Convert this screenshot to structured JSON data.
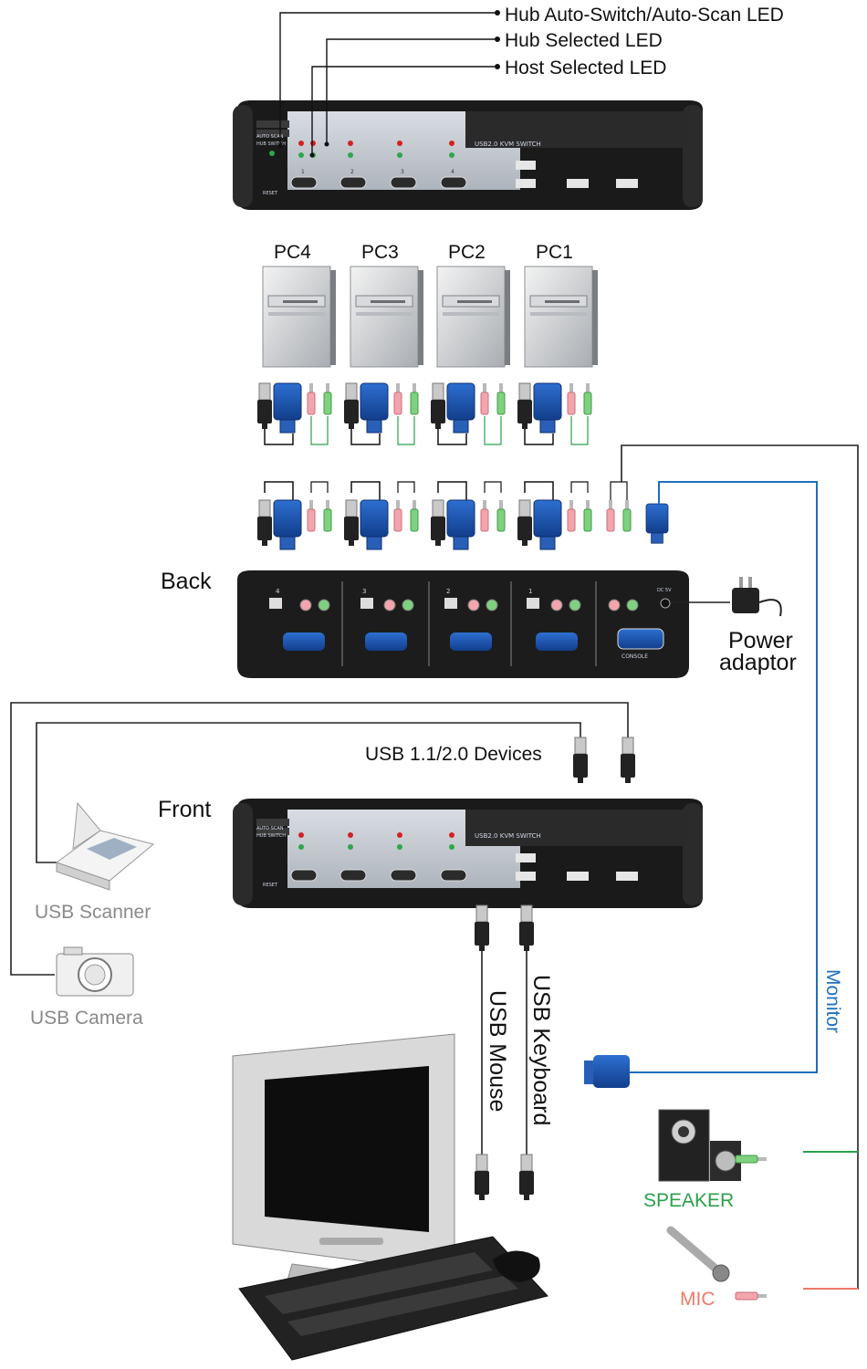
{
  "callouts": {
    "hub_auto_switch": "Hub Auto-Switch/Auto-Scan LED",
    "hub_selected": "Hub Selected LED",
    "host_selected": "Host Selected LED"
  },
  "pcs": [
    "PC4",
    "PC3",
    "PC2",
    "PC1"
  ],
  "section_labels": {
    "back": "Back",
    "front": "Front"
  },
  "power_adaptor": {
    "line1": "Power",
    "line2": "adaptor"
  },
  "usb_devices": "USB 1.1/2.0 Devices",
  "usb_scanner": "USB Scanner",
  "usb_camera": "USB Camera",
  "usb_mouse": "USB Mouse",
  "usb_keyboard": "USB Keyboard",
  "monitor": "Monitor",
  "speaker": "SPEAKER",
  "mic": "MIC",
  "kvm_panel": {
    "model_text": "USB2.0 KVM SWITCH",
    "auto_scan": "AUTO SCAN",
    "hub_switch": "HUB SWITCH",
    "reset": "RESET",
    "port_numbers": [
      "1",
      "2",
      "3",
      "4"
    ]
  },
  "back_panel": {
    "ports": [
      "4",
      "3",
      "2",
      "1"
    ],
    "console": "CONSOLE",
    "dc": "DC 5V"
  },
  "colors": {
    "monitor_line": "#1f6fbf",
    "speaker": "#2aa14a",
    "mic": "#ee7a6a",
    "vga_blue": "#1a4fa8",
    "device_body": "#1c1c1c"
  }
}
